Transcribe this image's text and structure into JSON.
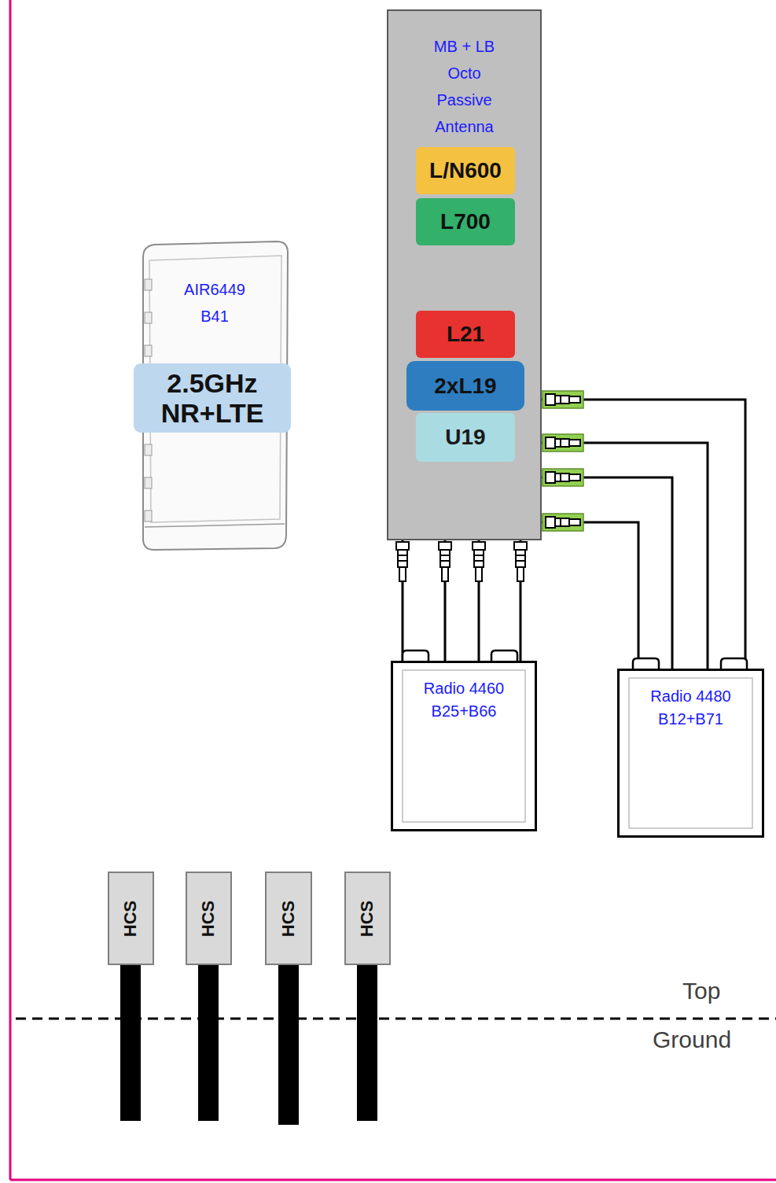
{
  "diagram": {
    "nodes": [
      {
        "text": [
          "MB + LB Octo Passive Antenna"
        ]
      },
      {
        "text": [
          "L/N600"
        ],
        "in": 0
      },
      {
        "text": [
          "L700"
        ],
        "in": 0
      },
      {
        "text": [
          "L21"
        ],
        "in": 0
      },
      {
        "text": [
          "2xL19"
        ],
        "in": 0
      },
      {
        "text": [
          "U19"
        ],
        "in": 0
      },
      {
        "text": [
          "AIR6449 B41"
        ]
      },
      {
        "text": [
          "2.5GHz NR+LTE"
        ],
        "in": 6
      },
      {
        "text": [
          "Radio 4460 B25+B66"
        ]
      },
      {
        "text": [
          "Radio 4480 B12+B71"
        ]
      },
      {
        "text": [
          "HCS"
        ]
      },
      {
        "text": [
          "HCS"
        ]
      },
      {
        "text": [
          "HCS"
        ]
      },
      {
        "text": [
          "HCS"
        ]
      }
    ],
    "edges": [
      {
        "from": 0,
        "to": 8,
        "arrow": "none"
      },
      {
        "from": 0,
        "to": 8,
        "arrow": "none"
      },
      {
        "from": 0,
        "to": 8,
        "arrow": "none"
      },
      {
        "from": 0,
        "to": 8,
        "arrow": "none"
      },
      {
        "from": 0,
        "to": 9,
        "arrow": "none"
      },
      {
        "from": 0,
        "to": 9,
        "arrow": "none"
      },
      {
        "from": 0,
        "to": 9,
        "arrow": "none"
      },
      {
        "from": 0,
        "to": 9,
        "arrow": "none"
      }
    ],
    "labels": [
      "Top",
      "Ground"
    ]
  }
}
